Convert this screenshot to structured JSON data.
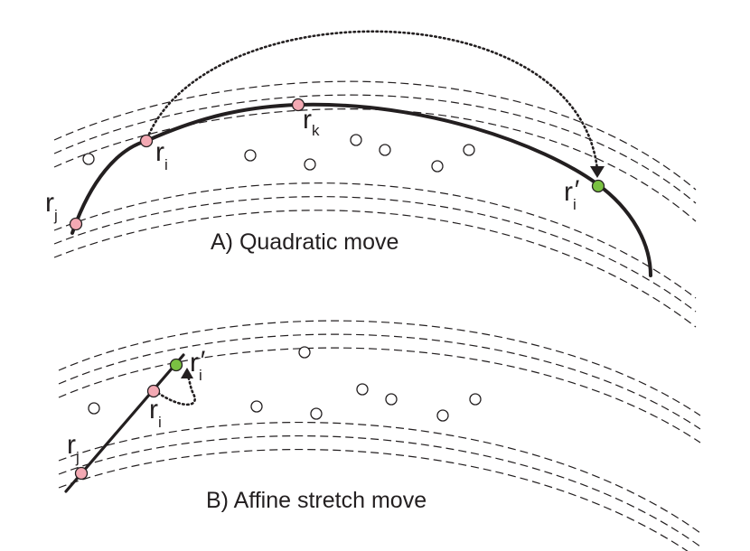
{
  "panel_a": {
    "caption": "A) Quadratic move",
    "labels": {
      "r_i": {
        "base": "r",
        "sub": "i"
      },
      "r_j": {
        "base": "r",
        "sub": "j"
      },
      "r_k": {
        "base": "r",
        "sub": "k"
      },
      "r_i_prime": {
        "base": "r",
        "sub": "i",
        "prime": "′"
      }
    }
  },
  "panel_b": {
    "caption": "B) Affine stretch move",
    "labels": {
      "r_i": {
        "base": "r",
        "sub": "i"
      },
      "r_j": {
        "base": "r",
        "sub": "j"
      },
      "r_i_prime": {
        "base": "r",
        "sub": "i",
        "prime": "′"
      }
    }
  },
  "colors": {
    "selected_point": "#f3a9b3",
    "proposed_point": "#7ac142",
    "line": "#231f20"
  }
}
